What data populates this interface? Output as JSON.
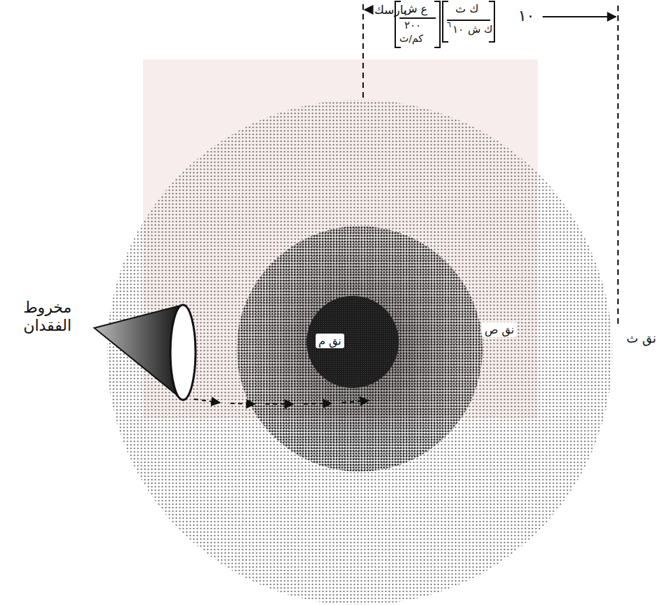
{
  "diagram": {
    "labels": [
      "مخروط الفقدان",
      "١٠",
      "ك ث",
      "١٠",
      "٦",
      "ك ش",
      "ع ش",
      "٢٠٠",
      "كم/ث",
      "بارسك",
      "نق م",
      "نق ص",
      "نق ث"
    ]
  }
}
